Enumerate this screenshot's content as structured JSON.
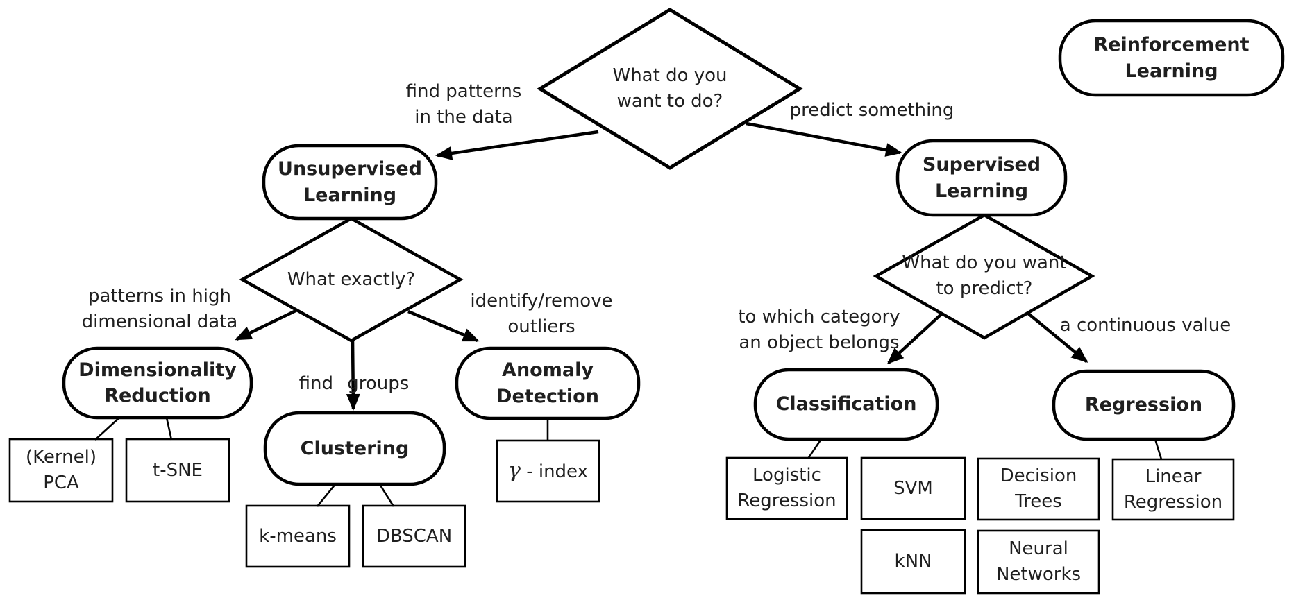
{
  "title": "Machine learning decision flowchart",
  "colors": {
    "background": "#ffffff",
    "stroke": "#000000",
    "text": "#1f1f1f"
  },
  "nodes": {
    "root_question": "What do you\nwant to do?",
    "reinforcement": "Reinforcement\nLearning",
    "unsupervised": "Unsupervised\nLearning",
    "supervised": "Supervised\nLearning",
    "what_exactly": "What exactly?",
    "what_predict": "What do you want\nto predict?",
    "dimensionality_reduction": "Dimensionality\nReduction",
    "clustering": "Clustering",
    "anomaly_detection": "Anomaly\nDetection",
    "classification": "Classification",
    "regression": "Regression"
  },
  "edge_labels": {
    "find_patterns": "find patterns\nin the data",
    "predict_something": "predict something",
    "patterns_high_dim": "patterns in high\ndimensional data",
    "find_groups": "find groups",
    "identify_outliers": "identify/remove\noutliers",
    "which_category": "to which category\nan object belongs",
    "continuous_value": "a continuous value"
  },
  "leaves": {
    "kernel_pca": "(Kernel)\nPCA",
    "tsne": "t-SNE",
    "kmeans": "k-means",
    "dbscan": "DBSCAN",
    "gamma_index": "γ - index",
    "logistic_regression": "Logistic\nRegression",
    "svm": "SVM",
    "decision_trees": "Decision\nTrees",
    "linear_regression": "Linear\nRegression",
    "knn": "kNN",
    "neural_networks": "Neural\nNetworks"
  }
}
